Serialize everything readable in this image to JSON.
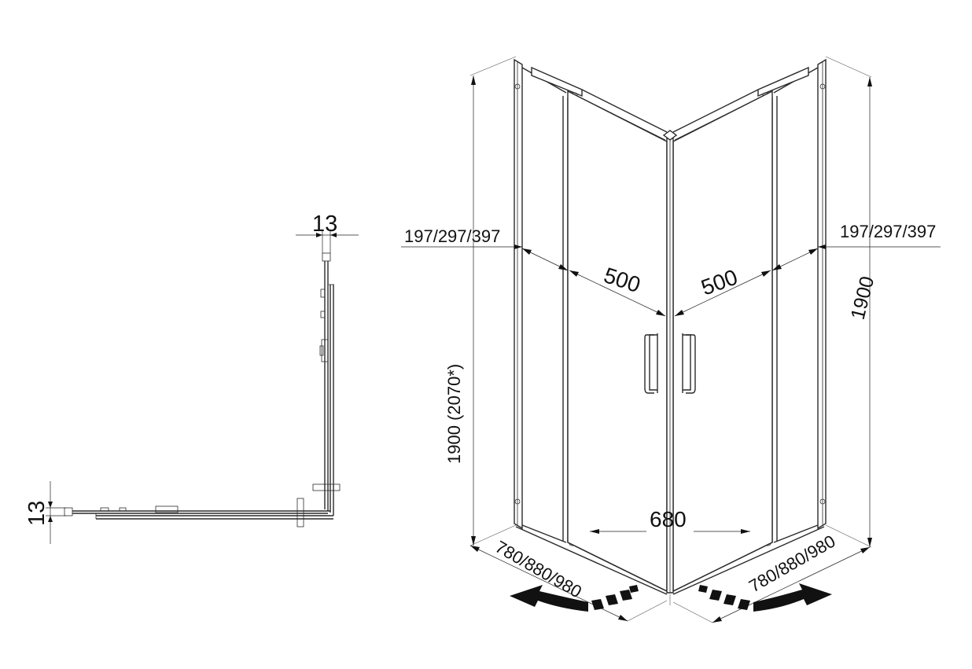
{
  "plan_view": {
    "top_dim_label": "13",
    "left_dim_label": "13"
  },
  "elevation": {
    "left_offset_label": "197/297/397",
    "right_offset_label": "197/297/397",
    "left_door_width_label": "500",
    "right_door_width_label": "500",
    "entry_width_label": "680",
    "left_height_label": "1900 (2070*)",
    "right_height_label": "1900",
    "left_base_label": "780/880/980",
    "right_base_label": "780/880/980"
  }
}
